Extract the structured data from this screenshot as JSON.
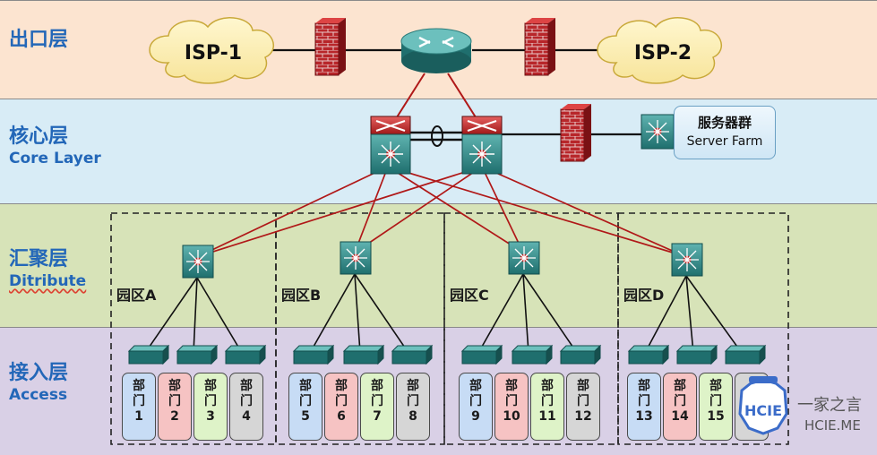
{
  "layers": {
    "export": {
      "zh": "出口层",
      "en": ""
    },
    "core": {
      "zh": "核心层",
      "en": "Core Layer"
    },
    "distribute": {
      "zh": "汇聚层",
      "en": "Ditribute"
    },
    "access": {
      "zh": "接入层",
      "en": "Access"
    }
  },
  "isp": {
    "left": "ISP-1",
    "right": "ISP-2"
  },
  "server_farm": {
    "zh": "服务器群",
    "en": "Server Farm"
  },
  "zones": [
    {
      "label": "园区A",
      "departments": [
        "1",
        "2",
        "3",
        "4"
      ]
    },
    {
      "label": "园区B",
      "departments": [
        "5",
        "6",
        "7",
        "8"
      ]
    },
    {
      "label": "园区C",
      "departments": [
        "9",
        "10",
        "11",
        "12"
      ]
    },
    {
      "label": "园区D",
      "departments": [
        "13",
        "14",
        "15",
        ""
      ]
    }
  ],
  "dept_prefix": {
    "line1": "部",
    "line2": "门"
  },
  "dept_colors": [
    "#c7dcf5",
    "#f6c3c3",
    "#def3c8",
    "#d6d6d6"
  ],
  "layer_colors": {
    "export": "#fce4d0",
    "core": "#d8ecf6",
    "distribute": "#d7e3b8",
    "access": "#d9d0e6"
  },
  "brand": {
    "logo": "HCIE",
    "name": "一家之言",
    "site": "HCIE.ME"
  }
}
